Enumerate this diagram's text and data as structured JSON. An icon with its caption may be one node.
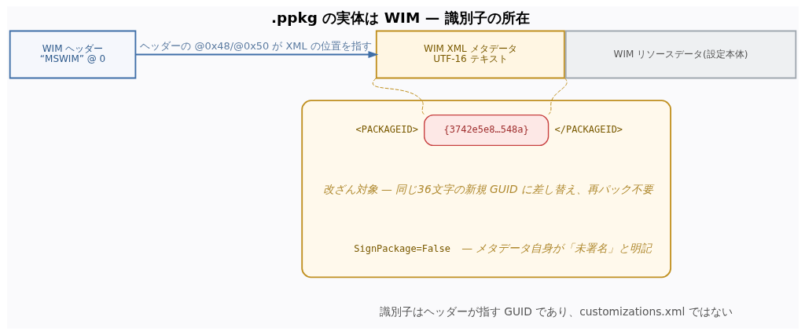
{
  "diagram": {
    "title": ".ppkg の実体は WIM — 識別子の所在",
    "caption": "識別子はヘッダーが指す GUID であり、customizations.xml ではない",
    "nodes": [
      {
        "text": [
          "WIM ヘッダー",
          "“MSWIM” @ 0"
        ]
      },
      {
        "text": [
          "WIM XML メタデータ",
          "UTF-16 テキスト"
        ]
      },
      {
        "text": [
          "WIM リソースデータ(設定本体)"
        ]
      },
      {
        "text": [],
        "shape": "box"
      },
      {
        "text": [
          "{3742e5e8…548a}"
        ],
        "in": 3
      }
    ],
    "edges": [
      {
        "from": 0,
        "to": 1,
        "arrow": "to",
        "label": "ヘッダーの @0x48/@0x50 が XML の位置を指す",
        "color": "#3f6fa8"
      },
      {
        "from": 1,
        "to": 3,
        "arrow": "none",
        "style": "dashed",
        "color": "#b8860b"
      },
      {
        "from": 1,
        "to": 3,
        "arrow": "none",
        "style": "dashed",
        "color": "#b8860b"
      }
    ],
    "labels": [
      "<PACKAGEID>",
      "</PACKAGEID>",
      "改ざん対象 — 同じ36文字の新規 GUID に差し替え、再パック不要",
      "SignPackage=False",
      "— メタデータ自身が「未署名」と明記"
    ]
  }
}
